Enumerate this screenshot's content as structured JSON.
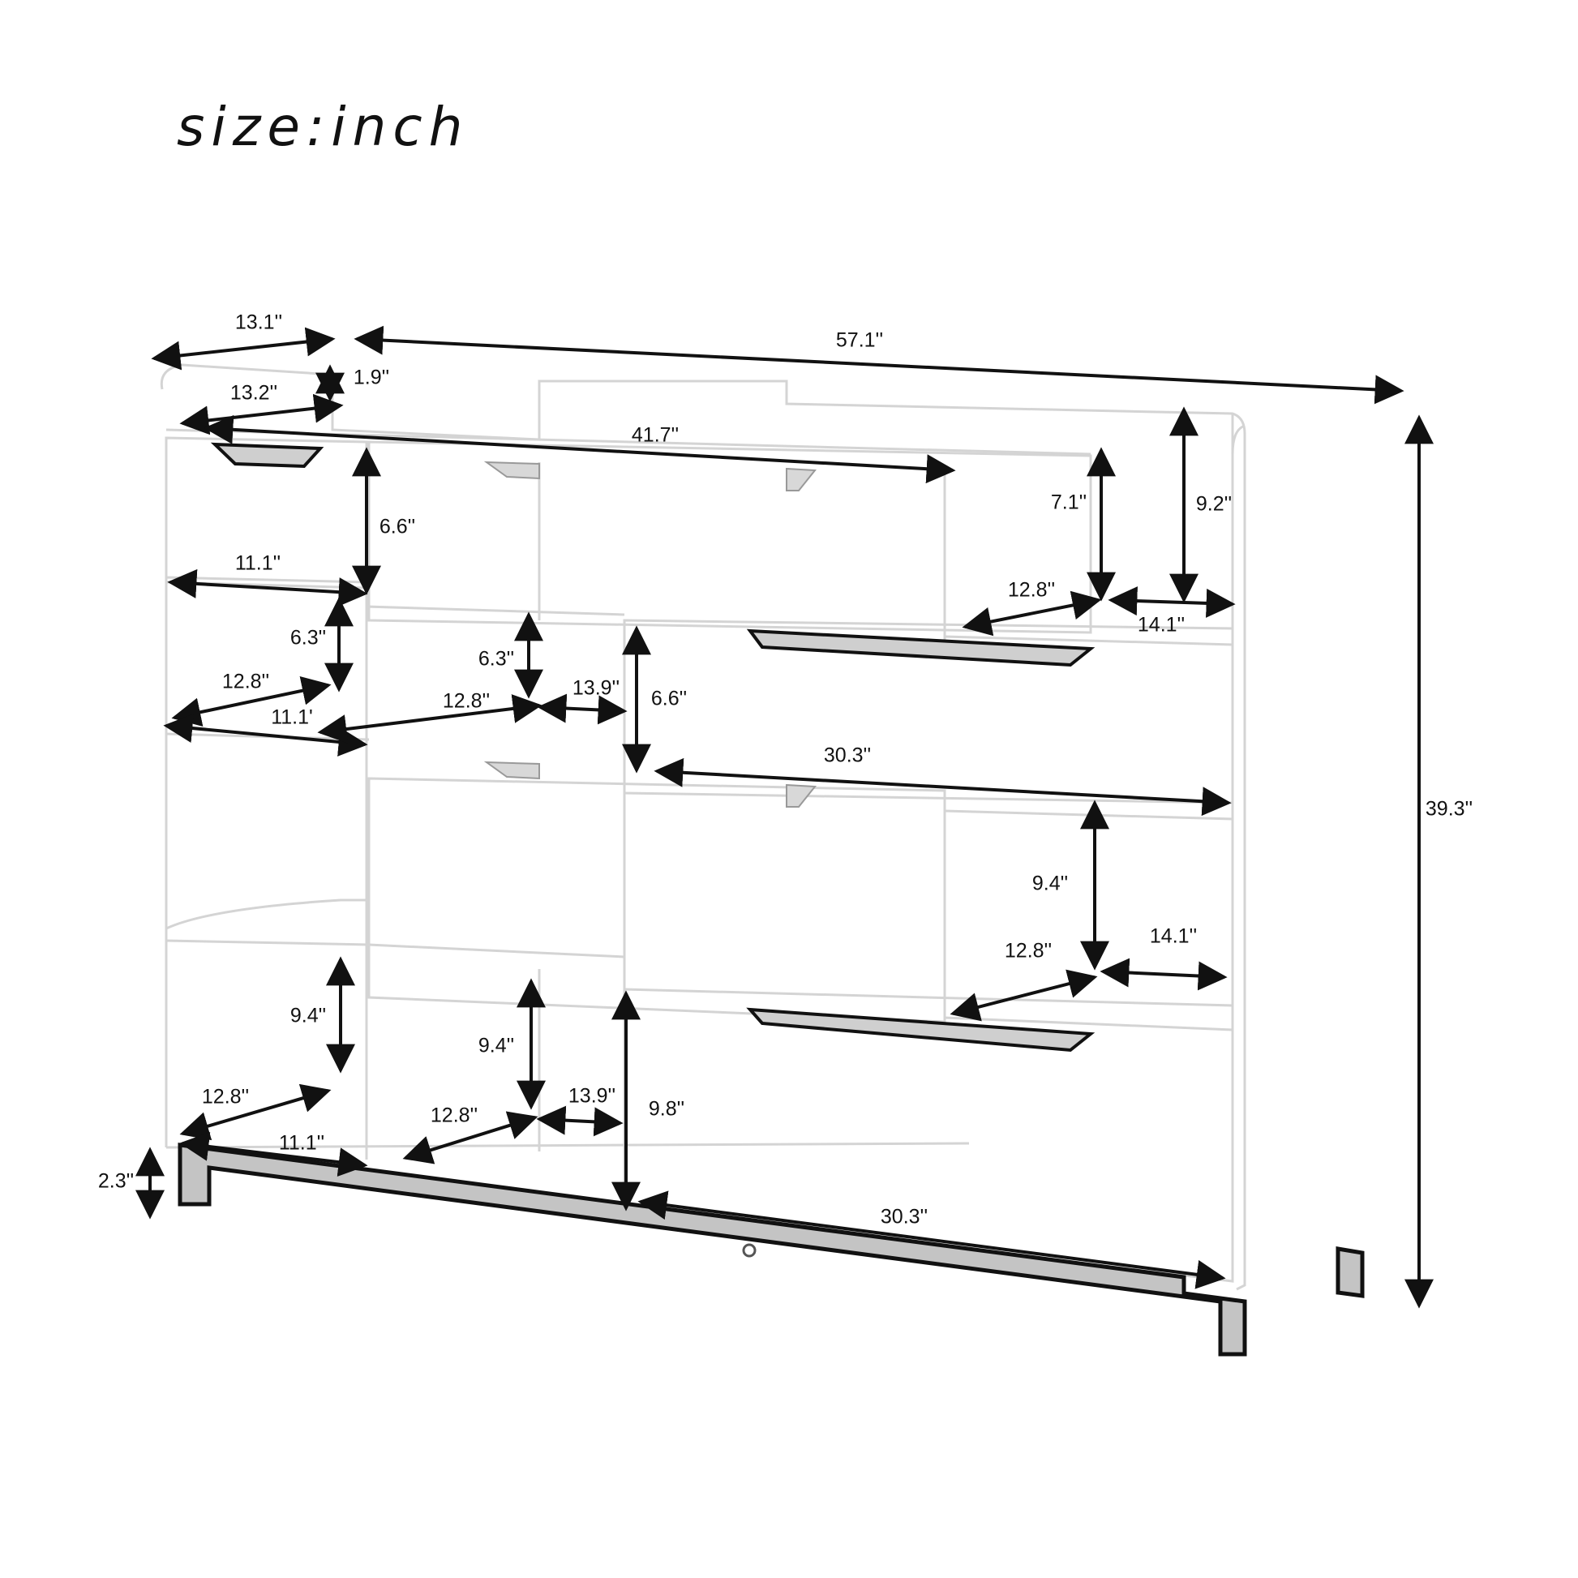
{
  "title": "size:inch",
  "colors": {
    "line": "#111111",
    "panel_edge": "#d4d4d4",
    "metal": "#bdbdbd"
  },
  "dimensions": {
    "overall_depth": "13.1''",
    "overall_width": "57.1''",
    "overall_height": "39.3''",
    "top_shelf_depth": "13.2''",
    "backrail_height": "1.9''",
    "top_drawer_width": "41.7''",
    "top_left_drawer_height": "6.6''",
    "top_left_cell_width": "11.1''",
    "top_right_cube_height": "7.1''",
    "top_right_side_height": "9.2''",
    "top_right_cube_depth": "12.8''",
    "top_right_cube_width": "14.1''",
    "row2_left_cube_height": "6.3''",
    "row2_left_cube_depth": "12.8''",
    "row2_left_cube_width": "11.1'",
    "row2_mid_cube_height": "6.3''",
    "row2_mid_cube_depth": "12.8''",
    "row2_mid_gap_width": "13.9''",
    "row2_right_drawer_height": "6.6''",
    "row2_right_drawer_width": "30.3''",
    "row3_right_cube_height": "9.4''",
    "row3_right_cube_depth": "12.8''",
    "row3_right_cube_width": "14.1''",
    "bottom_left_cube_height": "9.4''",
    "bottom_left_cube_depth": "12.8''",
    "bottom_left_cube_width": "11.1''",
    "bottom_mid_cube_height": "9.4''",
    "bottom_mid_cube_depth": "12.8''",
    "bottom_mid_gap_width": "13.9''",
    "bottom_right_drawer_height": "9.8''",
    "bottom_right_drawer_width": "30.3''",
    "leg_height": "2.3''"
  }
}
